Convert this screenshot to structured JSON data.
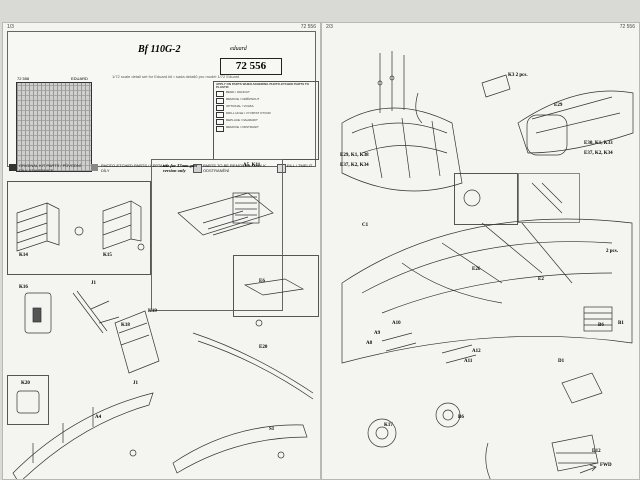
{
  "left_page": {
    "page_number_left": "1/3",
    "page_number_right": "72 556",
    "title": "Bf 110G-2",
    "brand": "eduard",
    "code": "72 556",
    "subtitle": "1/72 scale detail set for Eduard kit • sada detailů pro model 1/72 Eduard",
    "fret_label": "72 556",
    "fret_label2": "EDUARD",
    "instructions": [
      {
        "text": "BEND / OHNOUT"
      },
      {
        "text": "REMOVE / ODŘÍZNOUT"
      },
      {
        "text": "OPTIONAL / VOLBA"
      },
      {
        "text": "DRILL HOLE / VYVRTAT OTVOR"
      },
      {
        "text": "REPLACE / NAHRADIT"
      },
      {
        "text": "REMOVE / ODSTRANIT"
      }
    ],
    "instructions_header": "APPLY ON PARTS WHEN ADHERING PHOTO-ETCHED PARTS TO PLASTIC",
    "legend": {
      "original": "ORIGINAL KIT PARTS / PŮVODNÍ DÍLY STAVEBNICE",
      "photoetched": "PHOTO-ETCHED PARTS / LEPTANÉ DÍLY",
      "remove": "PARTS TO BE REMOVED / DÍLY K ODSTRANĚNÍ",
      "fill": "FILL / TMELIT"
    },
    "note_box": "use for 37mm gun version only",
    "labels": [
      "K14",
      "K15",
      "A5, K11",
      "K16",
      "J1",
      "K18",
      "K19",
      "E6",
      "E20",
      "J1",
      "K20",
      "A4",
      "S1"
    ]
  },
  "right_page": {
    "page_number_left": "2/3",
    "page_number_right": "72 556",
    "labels": [
      "K3 2 pcs.",
      "E29",
      "E29, K1, K38",
      "E37, K2, K34",
      "E30, K1, K33",
      "E37, K2, K34",
      "C1",
      "E26",
      "E2",
      "2 pcs.",
      "A10",
      "A9",
      "A8",
      "A12",
      "A11",
      "B1",
      "B6",
      "D1",
      "D12",
      "K17",
      "B6",
      "FWD"
    ]
  },
  "colors": {
    "page": "#f4f4f1",
    "background": "#d9d9d6",
    "original_swatch": "#333333",
    "photoetched_swatch": "#888888",
    "remove_swatch": "#cfcfcf"
  }
}
